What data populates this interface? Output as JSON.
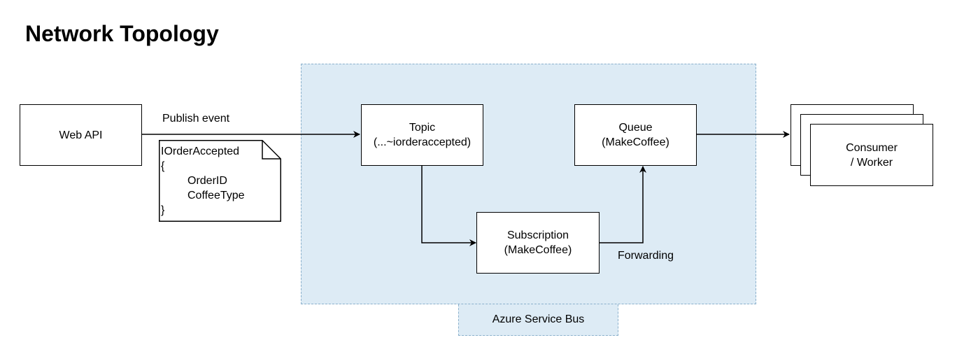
{
  "title": "Network Topology",
  "region": {
    "label": "Azure Service Bus",
    "fill": "#ddebf5",
    "border": "#8ab0cc"
  },
  "nodes": {
    "web_api": {
      "line1": "Web API"
    },
    "topic": {
      "line1": "Topic",
      "line2": "(...~iorderaccepted)"
    },
    "queue": {
      "line1": "Queue",
      "line2": "(MakeCoffee)"
    },
    "subscription": {
      "line1": "Subscription",
      "line2": "(MakeCoffee)"
    },
    "consumer": {
      "line1": "Consumer",
      "line2": "/ Worker"
    }
  },
  "edges": {
    "publish_label": "Publish event",
    "forwarding_label": "Forwarding"
  },
  "note": {
    "line1": "IOrderAccepted",
    "line2": "{",
    "line3": "OrderID",
    "line4": "CoffeeType",
    "line5": "}"
  }
}
